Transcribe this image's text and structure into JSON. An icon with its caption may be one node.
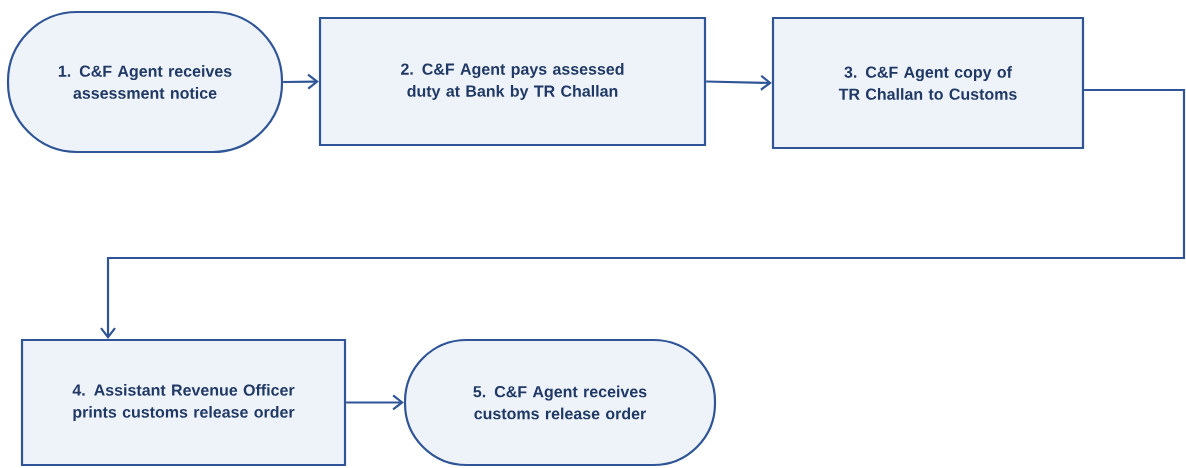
{
  "diagram": {
    "nodes": [
      {
        "text": [
          "1. C&F Agent receives assessment notice"
        ]
      },
      {
        "text": [
          "2. C&F Agent pays assessed duty at Bank by TR Challan"
        ]
      },
      {
        "text": [
          "3. C&F Agent copy of TR Challan to Customs"
        ]
      },
      {
        "text": [
          "4. Assistant Revenue Officer prints customs release order"
        ]
      },
      {
        "text": [
          "5. C&F Agent receives customs release order"
        ]
      }
    ],
    "edges": [
      {
        "from": 0,
        "to": 1,
        "arrow": "to"
      },
      {
        "from": 1,
        "to": 2,
        "arrow": "to"
      },
      {
        "from": 2,
        "to": 3,
        "arrow": "to"
      },
      {
        "from": 3,
        "to": 4,
        "arrow": "to"
      }
    ]
  }
}
